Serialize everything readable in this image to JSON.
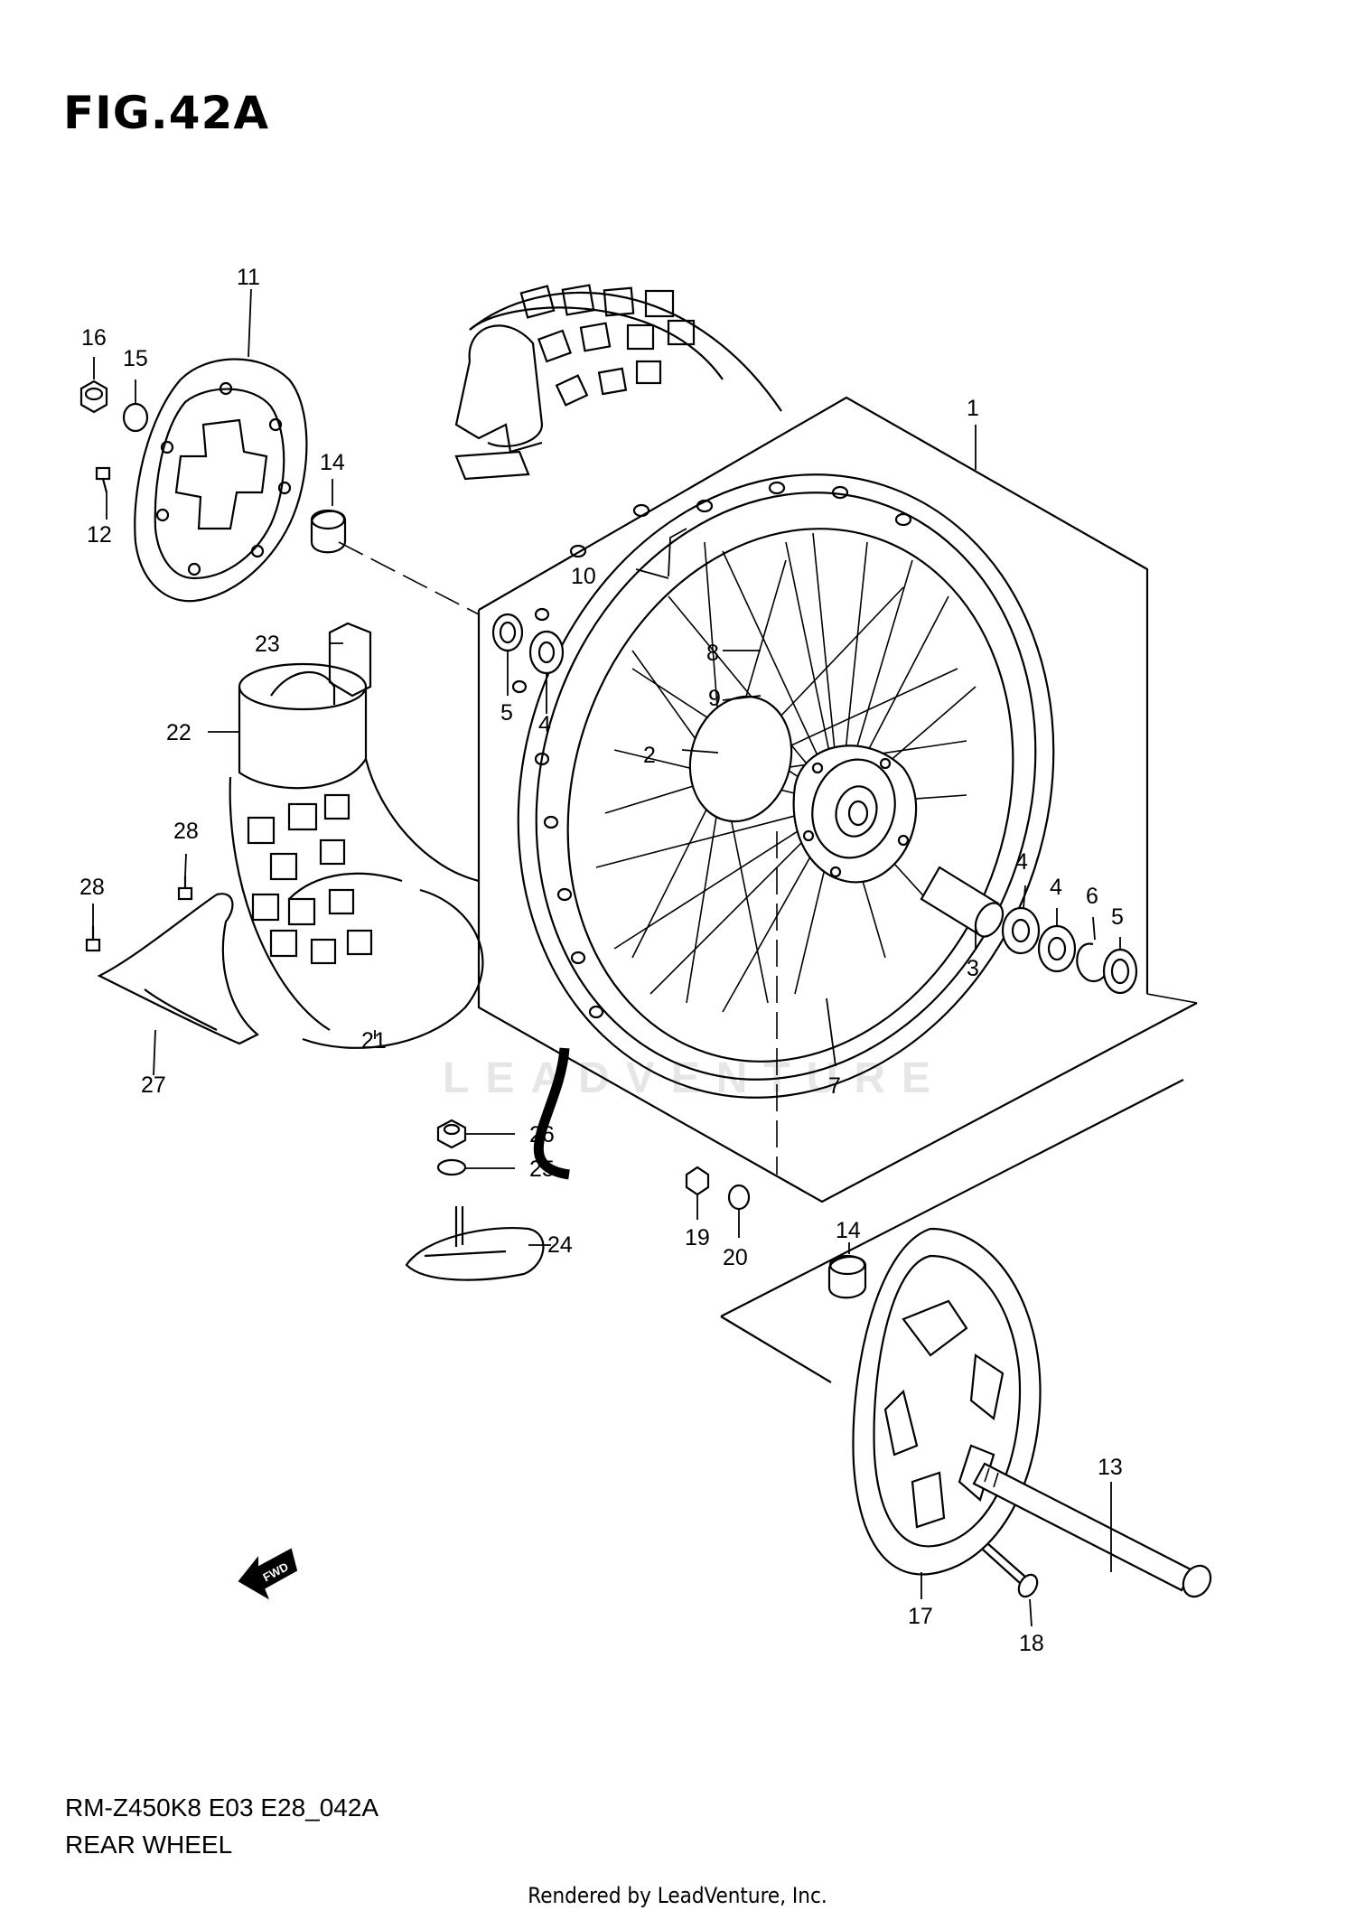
{
  "figure_title": "FIG.42A",
  "model_code": "RM-Z450K8 E03 E28_042A",
  "diagram_name": "REAR WHEEL",
  "credit": "Rendered by LeadVenture, Inc.",
  "watermark": "LEADVENTURE",
  "fwd_label": "FWD",
  "callouts": {
    "c1": "1",
    "c2": "2",
    "c3": "3",
    "c4a": "4",
    "c4b": "4",
    "c4c": "4",
    "c5a": "5",
    "c5b": "5",
    "c6": "6",
    "c7": "7",
    "c8": "8",
    "c9": "9",
    "c10": "10",
    "c11": "11",
    "c12": "12",
    "c13": "13",
    "c14a": "14",
    "c14b": "14",
    "c15": "15",
    "c16": "16",
    "c17": "17",
    "c18": "18",
    "c19": "19",
    "c20": "20",
    "c21": "21",
    "c22": "22",
    "c23": "23",
    "c24": "24",
    "c25": "25",
    "c26": "26",
    "c27": "27",
    "c28a": "28",
    "c28b": "28"
  }
}
